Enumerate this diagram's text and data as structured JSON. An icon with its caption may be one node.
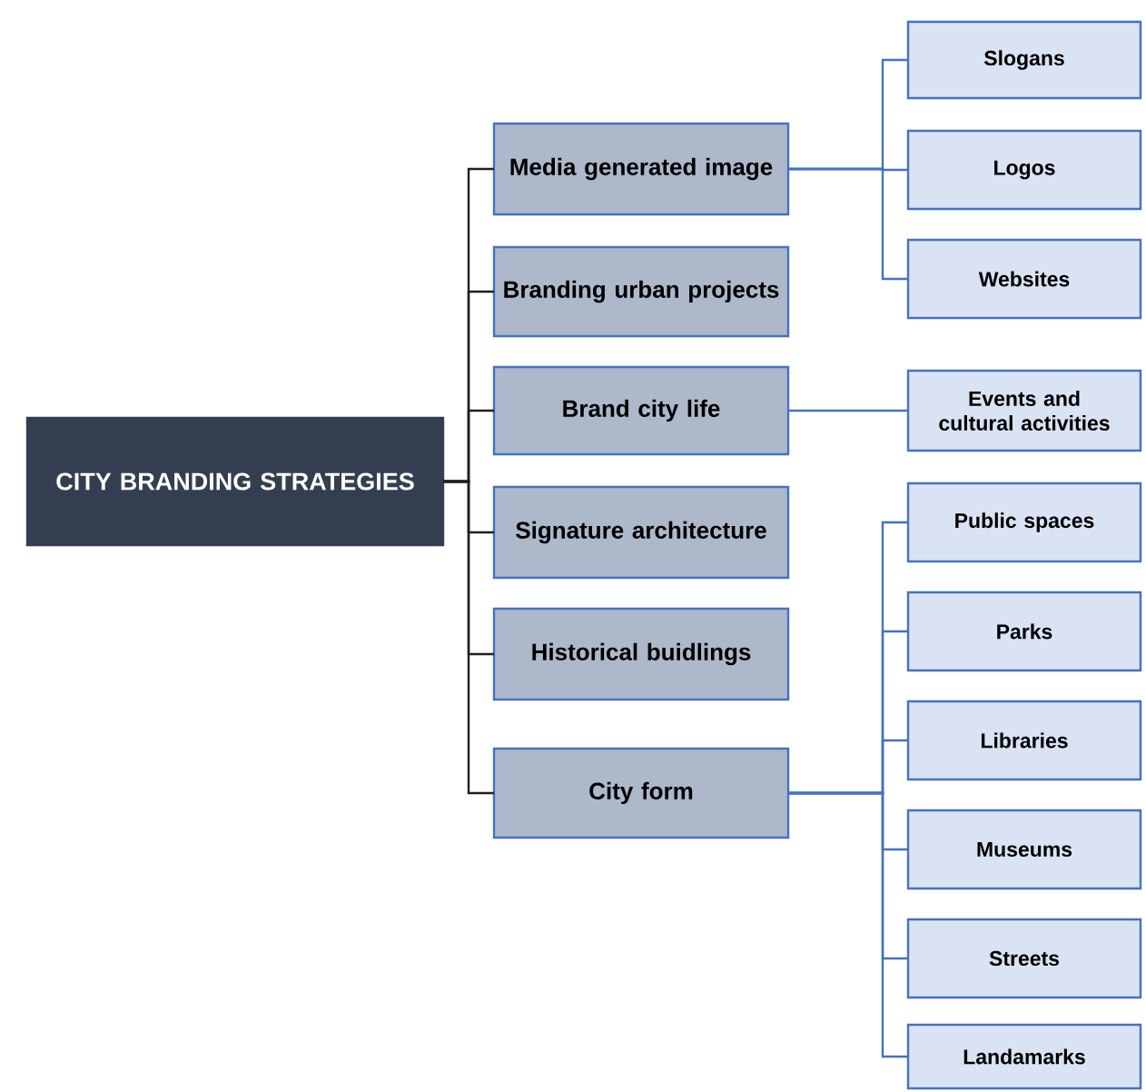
{
  "diagram": {
    "nodes": [
      {
        "text": [
          "CITY BRANDING STRATEGIES"
        ]
      },
      {
        "text": [
          "Media generated image"
        ]
      },
      {
        "text": [
          "Branding urban projects"
        ]
      },
      {
        "text": [
          "Brand city life"
        ]
      },
      {
        "text": [
          "Signature architecture"
        ]
      },
      {
        "text": [
          "Historical buidlings"
        ]
      },
      {
        "text": [
          "City form"
        ]
      },
      {
        "text": [
          "Slogans"
        ]
      },
      {
        "text": [
          "Logos"
        ]
      },
      {
        "text": [
          "Websites"
        ]
      },
      {
        "text": [
          "Events and cultural activities"
        ]
      },
      {
        "text": [
          "Public spaces"
        ]
      },
      {
        "text": [
          "Parks"
        ]
      },
      {
        "text": [
          "Libraries"
        ]
      },
      {
        "text": [
          "Museums"
        ]
      },
      {
        "text": [
          "Streets"
        ]
      },
      {
        "text": [
          "Landamarks"
        ]
      }
    ],
    "edges": [
      {
        "from": 0,
        "to": 1,
        "arrow": "none",
        "color": "#1f1f1f"
      },
      {
        "from": 0,
        "to": 2,
        "arrow": "none",
        "color": "#1f1f1f"
      },
      {
        "from": 0,
        "to": 3,
        "arrow": "none",
        "color": "#1f1f1f"
      },
      {
        "from": 0,
        "to": 4,
        "arrow": "none",
        "color": "#1f1f1f"
      },
      {
        "from": 0,
        "to": 5,
        "arrow": "none",
        "color": "#1f1f1f"
      },
      {
        "from": 0,
        "to": 6,
        "arrow": "none",
        "color": "#1f1f1f"
      },
      {
        "from": 1,
        "to": 7,
        "arrow": "none"
      },
      {
        "from": 1,
        "to": 8,
        "arrow": "none"
      },
      {
        "from": 1,
        "to": 9,
        "arrow": "none"
      },
      {
        "from": 3,
        "to": 10,
        "arrow": "none"
      },
      {
        "from": 6,
        "to": 11,
        "arrow": "none"
      },
      {
        "from": 6,
        "to": 12,
        "arrow": "none"
      },
      {
        "from": 6,
        "to": 13,
        "arrow": "none"
      },
      {
        "from": 6,
        "to": 14,
        "arrow": "none"
      },
      {
        "from": 6,
        "to": 15,
        "arrow": "none"
      },
      {
        "from": 6,
        "to": 16,
        "arrow": "none"
      }
    ]
  }
}
